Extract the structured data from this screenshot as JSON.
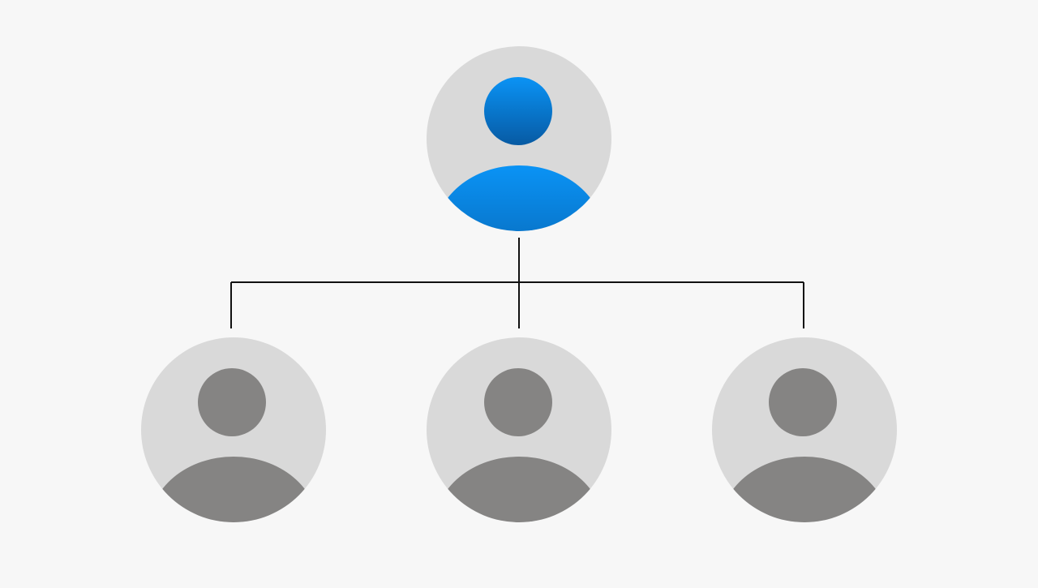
{
  "diagram": {
    "type": "org-hierarchy",
    "colors": {
      "background": "#f7f7f7",
      "avatar_circle": "#d9d9d9",
      "highlight_top": "#0a93f5",
      "highlight_bottom": "#075aa3",
      "neutral_person": "#858483",
      "connector": "#111111"
    },
    "nodes": [
      {
        "id": "root",
        "level": 0,
        "icon": "person-icon",
        "highlighted": true
      },
      {
        "id": "child-1",
        "level": 1,
        "icon": "person-icon",
        "highlighted": false
      },
      {
        "id": "child-2",
        "level": 1,
        "icon": "person-icon",
        "highlighted": false
      },
      {
        "id": "child-3",
        "level": 1,
        "icon": "person-icon",
        "highlighted": false
      }
    ],
    "edges": [
      {
        "from": "root",
        "to": "child-1"
      },
      {
        "from": "root",
        "to": "child-2"
      },
      {
        "from": "root",
        "to": "child-3"
      }
    ]
  }
}
